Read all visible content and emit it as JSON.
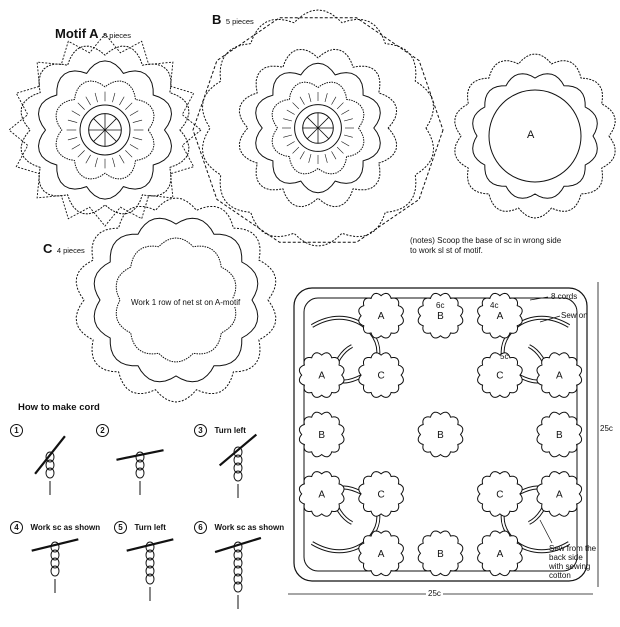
{
  "motif_a": {
    "title": "Motif A",
    "count": "8 pieces"
  },
  "motif_b": {
    "title": "B",
    "count": "5 pieces"
  },
  "motif_c": {
    "title": "C",
    "count": "4 pieces",
    "instruction": "Work 1 row of net st on A-motif"
  },
  "motif_a_outline_label": "A",
  "notes": {
    "line1": "(notes) Scoop the base of sc in wrong side",
    "line2": "to work sl st of motif."
  },
  "cord": {
    "heading": "How to make cord",
    "steps": [
      {
        "num": "1",
        "text": ""
      },
      {
        "num": "2",
        "text": ""
      },
      {
        "num": "3",
        "text": "Turn left"
      },
      {
        "num": "4",
        "text": "Work sc as shown"
      },
      {
        "num": "5",
        "text": "Turn left"
      },
      {
        "num": "6",
        "text": "Work sc as shown"
      }
    ]
  },
  "assembly": {
    "labels": {
      "cords": "8 cords",
      "sew_on": "Sew on",
      "d6": "6c",
      "d4": "4c",
      "d5": "5c",
      "sew_back_1": "Sew from the",
      "sew_back_2": "back side",
      "sew_back_3": "with sewing",
      "sew_back_4": "cotton"
    },
    "width": "25c",
    "height": "25c",
    "grid": [
      [
        "",
        "A",
        "B",
        "A",
        ""
      ],
      [
        "A",
        "C",
        "",
        "C",
        "A"
      ],
      [
        "B",
        "",
        "B",
        "",
        "B"
      ],
      [
        "A",
        "C",
        "",
        "C",
        "A"
      ],
      [
        "",
        "A",
        "B",
        "A",
        ""
      ]
    ]
  }
}
